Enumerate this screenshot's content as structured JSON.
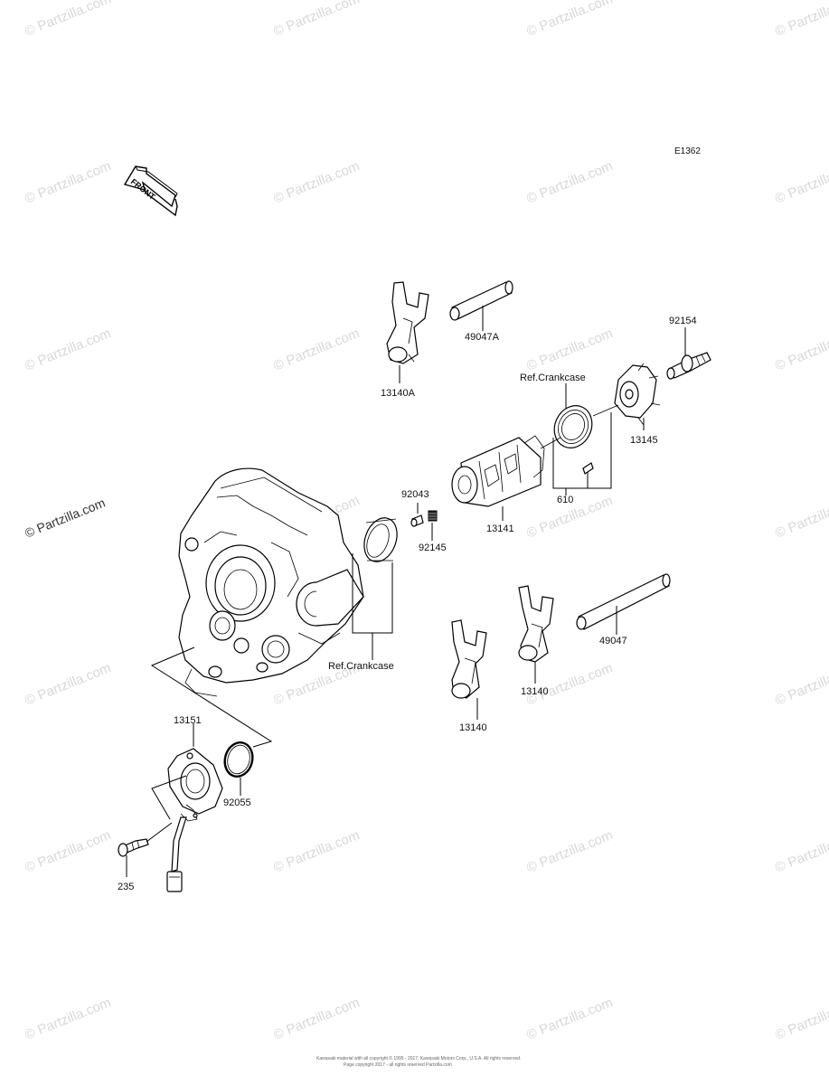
{
  "diagram_code": "E1362",
  "front_label": "FRONT",
  "watermark_text": "© Partzilla.com",
  "parts": {
    "p13140A": "13140A",
    "p49047A": "49047A",
    "p92154": "92154",
    "ref_crankcase_top": "Ref.Crankcase",
    "p13145": "13145",
    "p92043": "92043",
    "p92145": "92145",
    "p13141": "13141",
    "p610": "610",
    "ref_crankcase_bottom": "Ref.Crankcase",
    "p49047": "49047",
    "p13140_right": "13140",
    "p13140_left": "13140",
    "p13151": "13151",
    "p92055": "92055",
    "p235": "235"
  },
  "footer": {
    "line1": "Kawasaki material with all copyright © 1995 - 2017, Kawasaki Motors Corp., U.S.A. All rights reserved.",
    "line2": "Page copyright 2017 - all rights reserved Partzilla.com"
  },
  "colors": {
    "line": "#000000",
    "watermark": "#d8d8d8",
    "background": "#ffffff"
  }
}
